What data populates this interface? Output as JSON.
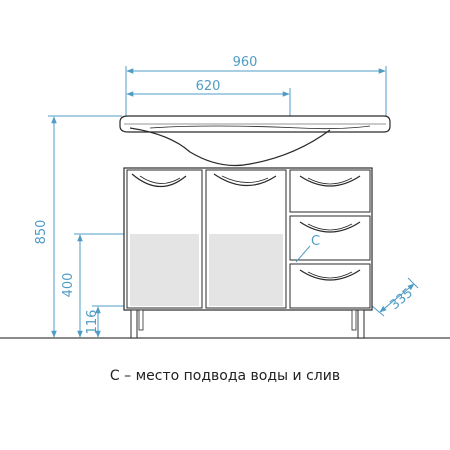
{
  "colors": {
    "dimension": "#4f9cc4",
    "outline": "#2a2a2a",
    "panel_fill": "#e4e4e4",
    "floor": "#444444"
  },
  "dimensions": {
    "overall_width": "960",
    "basin_width": "620",
    "total_height": "850",
    "cabinet_height": "400",
    "leg_height": "116",
    "depth": "335",
    "connection_marker": "C"
  },
  "legend": {
    "text": "С – место подвода воды и слив"
  }
}
